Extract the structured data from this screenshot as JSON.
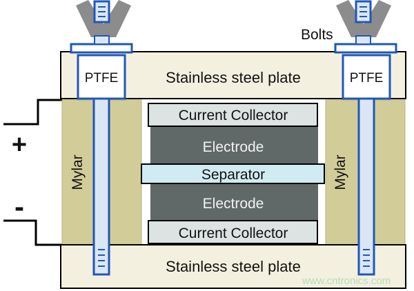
{
  "labels": {
    "bolts": "Bolts",
    "ptfe_left": "PTFE",
    "ptfe_right": "PTFE",
    "top_plate": "Stainless steel plate",
    "bottom_plate": "Stainless steel plate",
    "collector_top": "Current Collector",
    "electrode_top": "Electrode",
    "separator": "Separator",
    "electrode_bottom": "Electrode",
    "collector_bottom": "Current Collector",
    "mylar_left": "Mylar",
    "mylar_right": "Mylar",
    "plus": "+",
    "minus": "-",
    "watermark": "www.cntronics.com"
  },
  "colors": {
    "plate": "#f3f0e0",
    "mylar": "#d2cc98",
    "electrode": "#606868",
    "collector": "#dde3e3",
    "separator": "#d0ecf2",
    "bolt": "#1f57b8",
    "bolt_fill": "#dbe6f5",
    "wingnut": "#8c8c8c",
    "watermark": "#b7dcb7"
  }
}
